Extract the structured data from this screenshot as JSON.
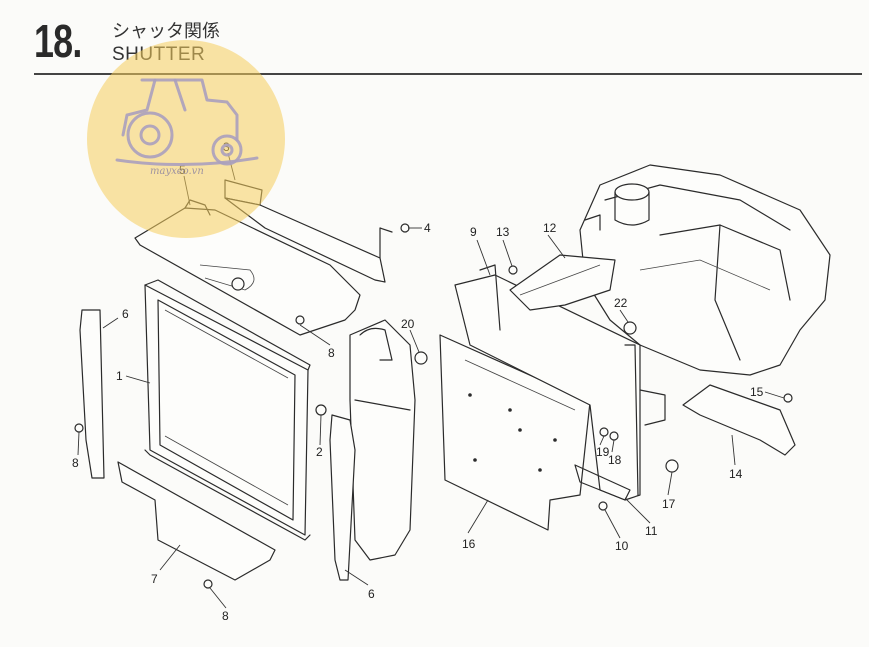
{
  "header": {
    "section_number": "18.",
    "title_jp": "シャッタ関係",
    "title_en": "SHUTTER"
  },
  "watermark": {
    "text": "mayxeo.vn",
    "color": "#f6ce5c"
  },
  "callouts": [
    "1",
    "2",
    "3",
    "4",
    "5",
    "6",
    "6",
    "7",
    "8",
    "8",
    "8",
    "9",
    "10",
    "11",
    "12",
    "13",
    "14",
    "15",
    "16",
    "17",
    "18",
    "19",
    "20",
    "22"
  ]
}
